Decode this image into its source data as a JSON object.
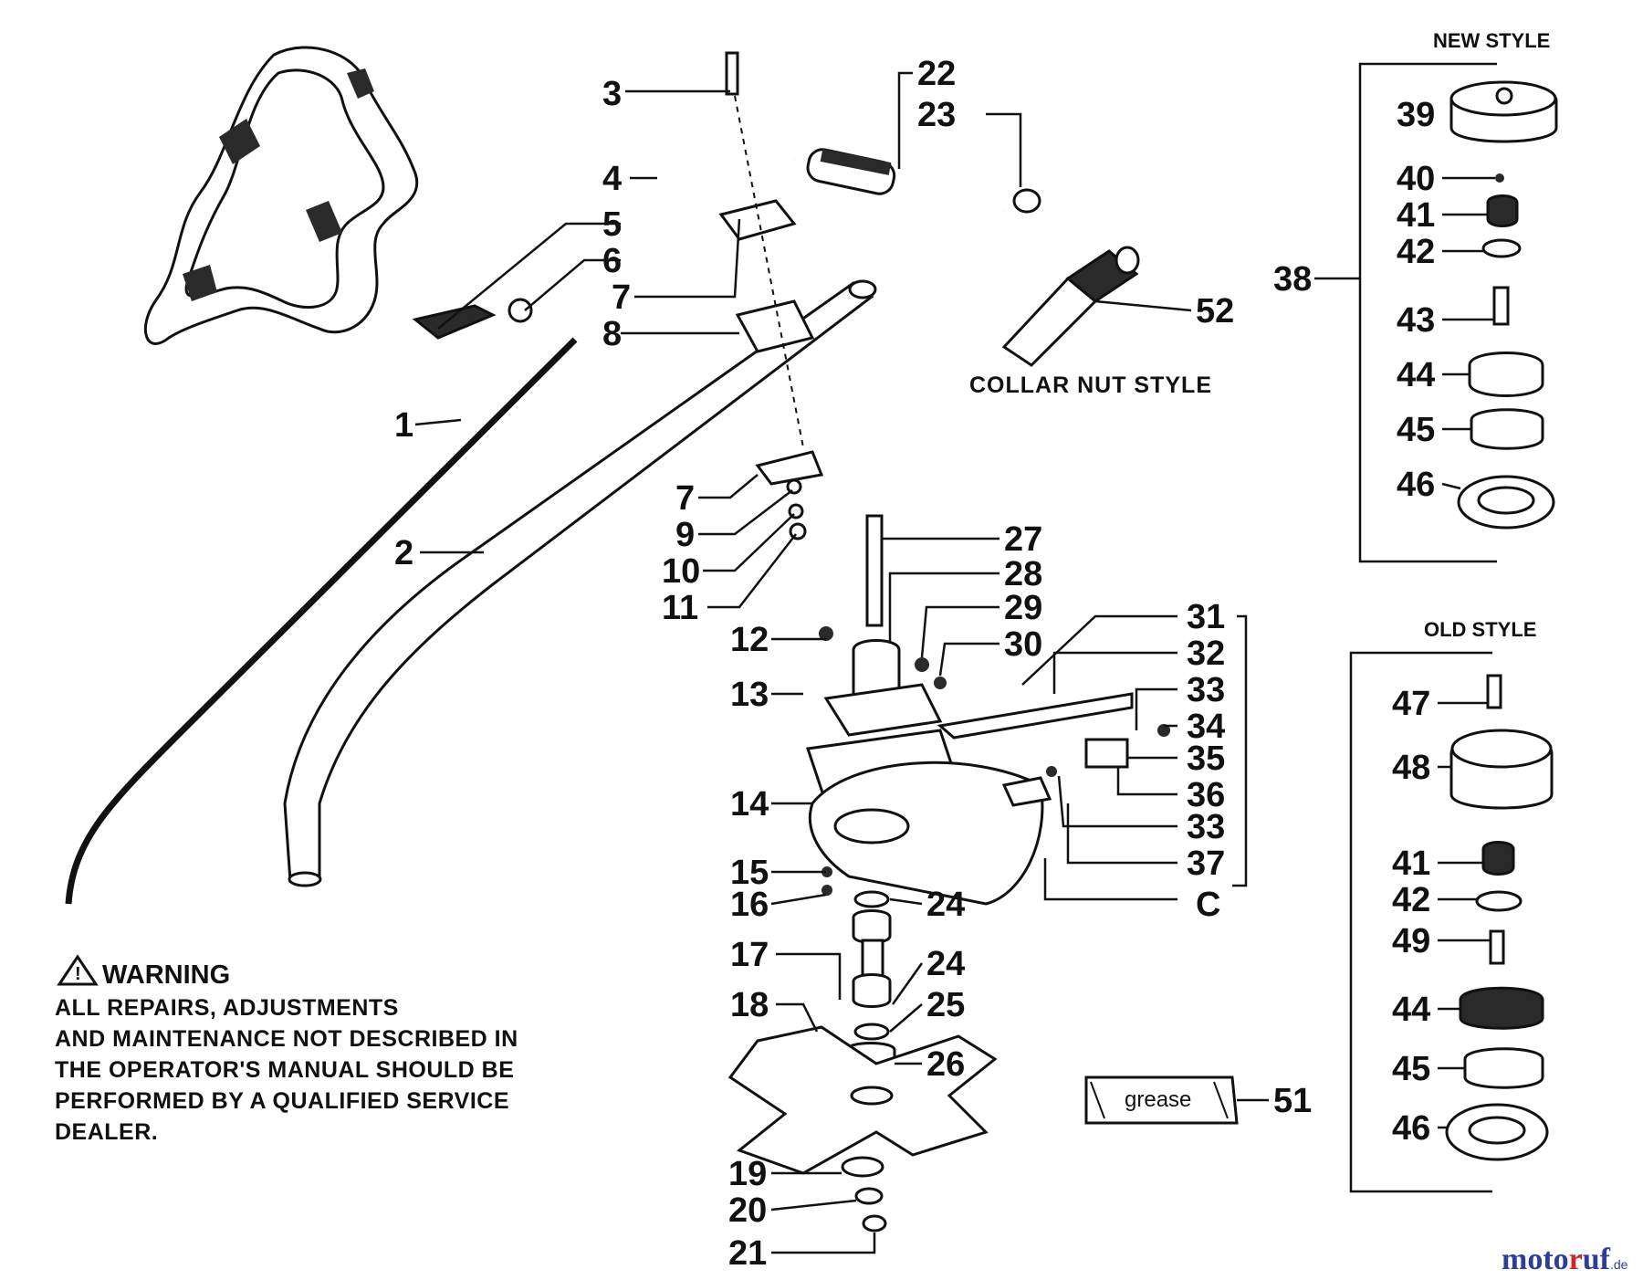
{
  "sections": {
    "new_style": "NEW STYLE",
    "old_style": "OLD STYLE",
    "collar_nut_style": "COLLAR NUT STYLE"
  },
  "warning": {
    "title": "WARNING",
    "lines": [
      "ALL REPAIRS, ADJUSTMENTS",
      "AND MAINTENANCE NOT DESCRIBED IN",
      "THE OPERATOR'S MANUAL SHOULD BE",
      "PERFORMED BY A QUALIFIED SERVICE",
      "DEALER."
    ]
  },
  "grease_label": "grease",
  "watermark": {
    "part1": "moto",
    "part2": "r",
    "part3": "uf",
    "suffix": ".de"
  },
  "part_labels": {
    "p1": "1",
    "p2": "2",
    "p3": "3",
    "p4": "4",
    "p5": "5",
    "p6": "6",
    "p7a": "7",
    "p7b": "7",
    "p8": "8",
    "p9": "9",
    "p10": "10",
    "p11": "11",
    "p12": "12",
    "p13": "13",
    "p14": "14",
    "p15": "15",
    "p16": "16",
    "p17": "17",
    "p18": "18",
    "p19": "19",
    "p20": "20",
    "p21": "21",
    "p22": "22",
    "p23": "23",
    "p24a": "24",
    "p24b": "24",
    "p25": "25",
    "p26": "26",
    "p27": "27",
    "p28": "28",
    "p29": "29",
    "p30": "30",
    "p31": "31",
    "p32": "32",
    "p33a": "33",
    "p34": "34",
    "p35": "35",
    "p36": "36",
    "p33b": "33",
    "p37": "37",
    "pC": "C",
    "p38": "38",
    "p39": "39",
    "p40": "40",
    "p41a": "41",
    "p42a": "42",
    "p43": "43",
    "p44a": "44",
    "p45a": "45",
    "p46a": "46",
    "p47": "47",
    "p48": "48",
    "p41b": "41",
    "p42b": "42",
    "p49": "49",
    "p44b": "44",
    "p45b": "45",
    "p46b": "46",
    "p51": "51",
    "p52": "52"
  }
}
